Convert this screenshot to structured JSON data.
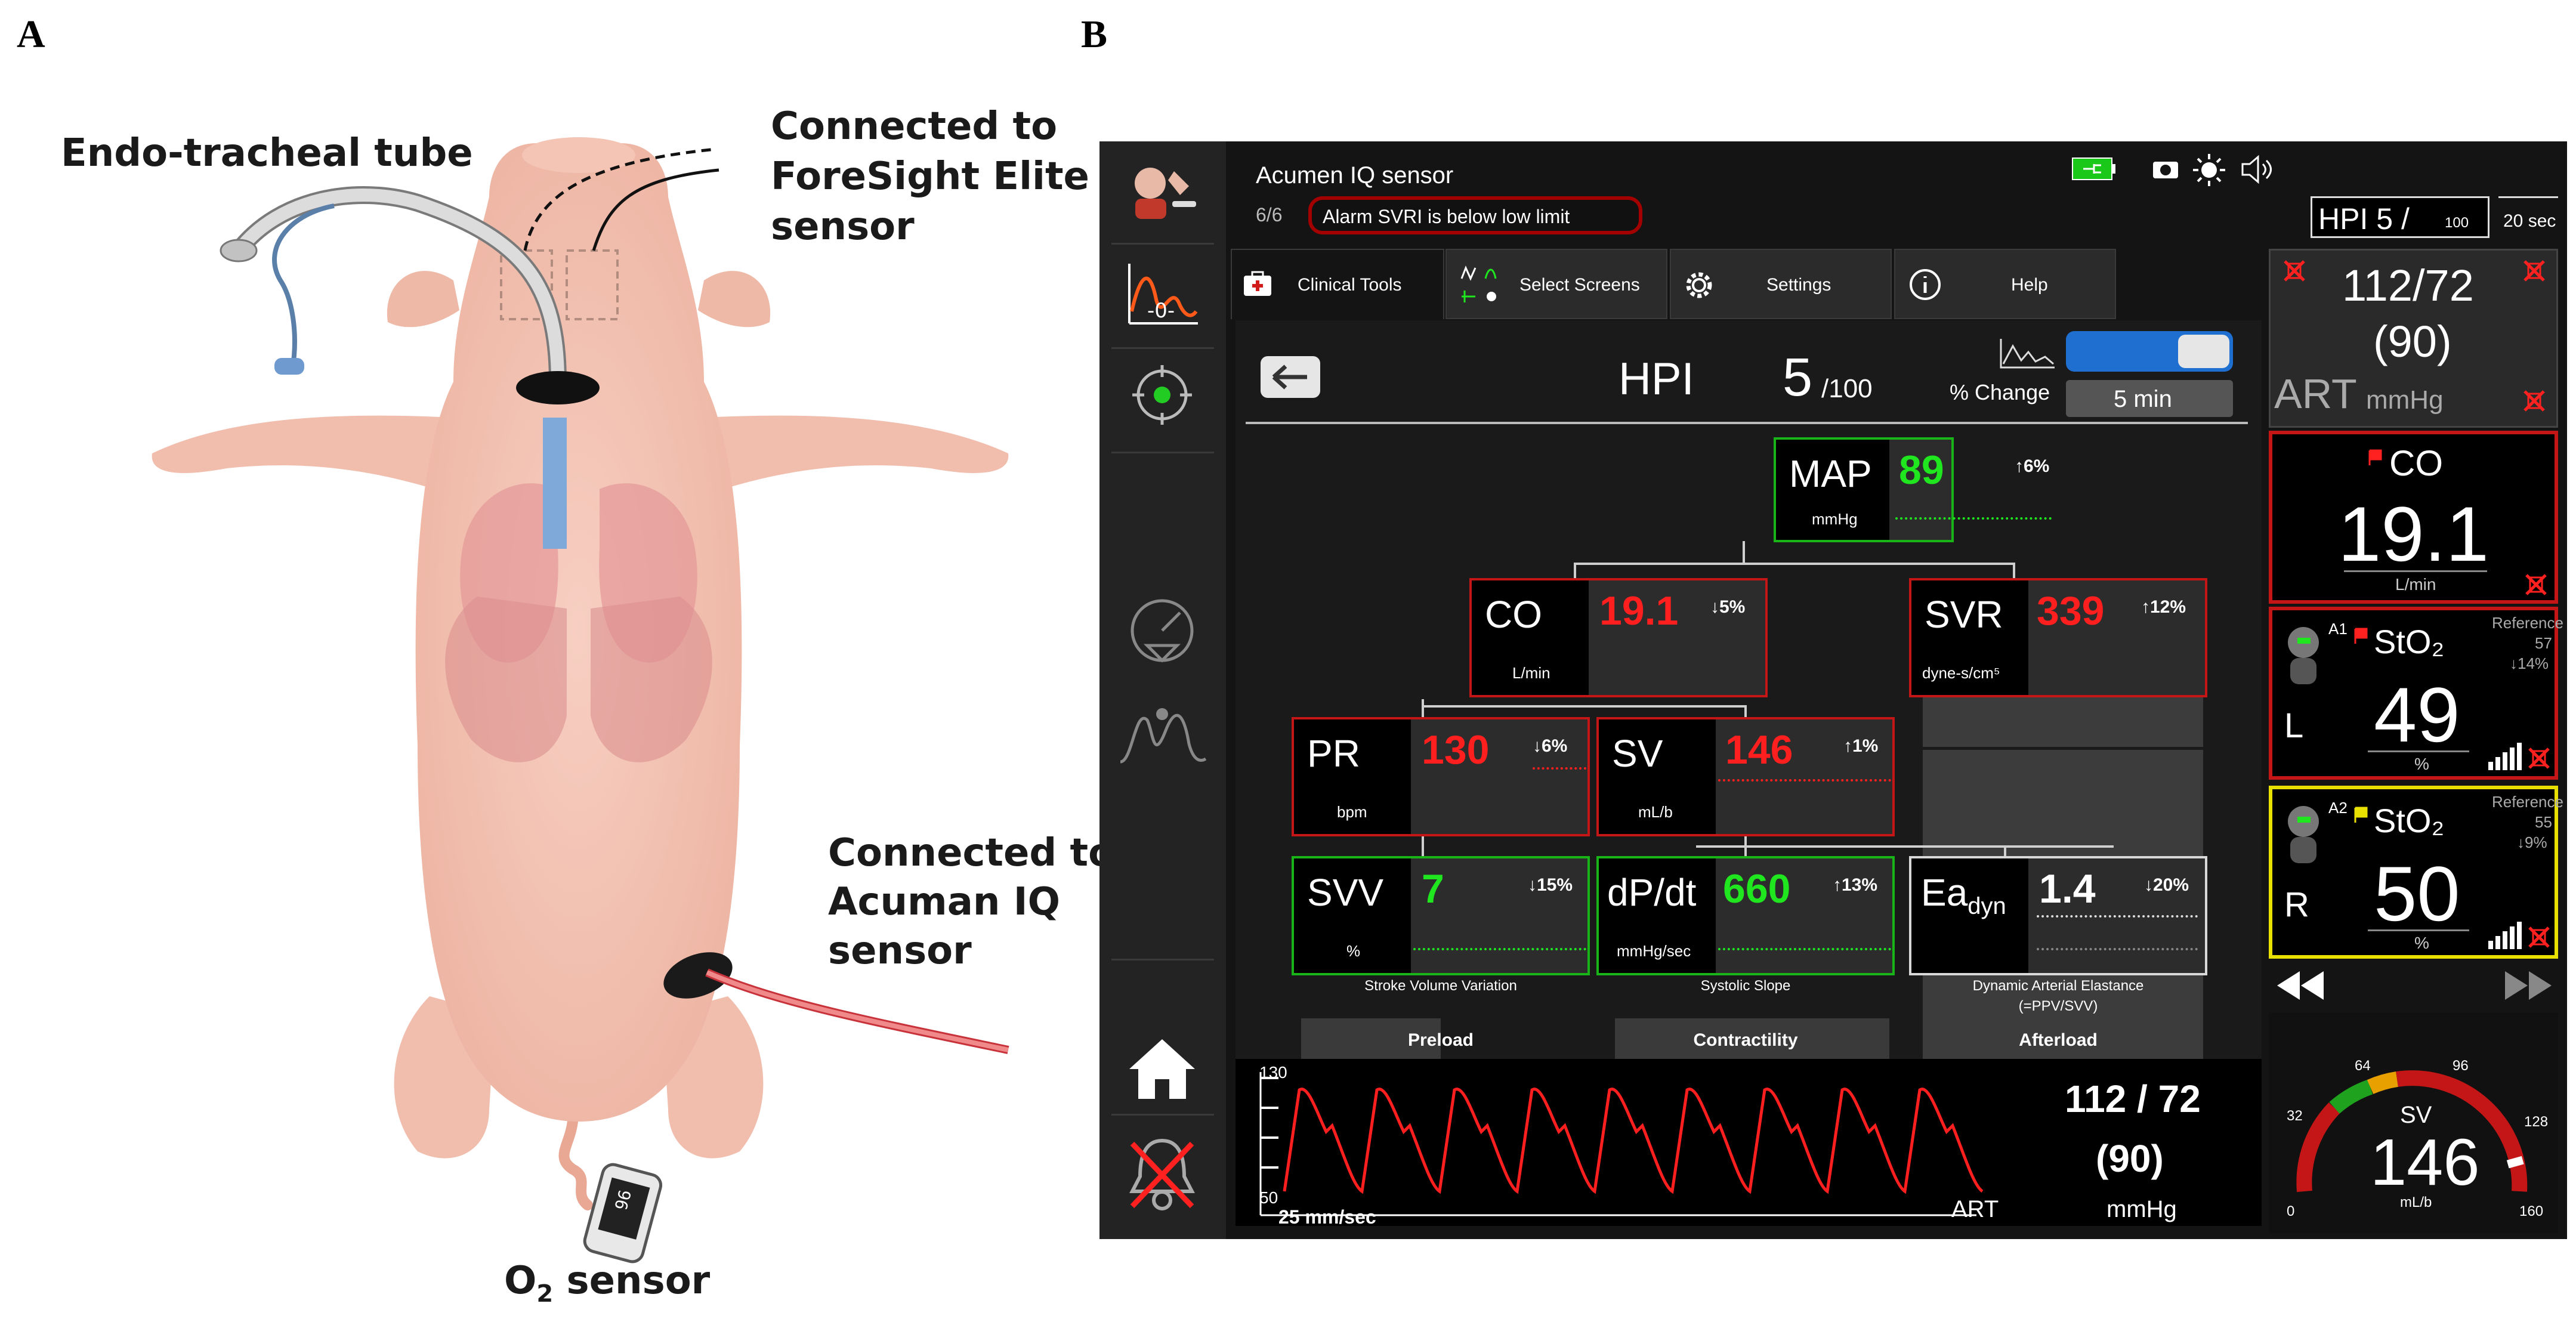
{
  "figure": {
    "panel_a": "A",
    "panel_b": "B",
    "labels": {
      "endotracheal": "Endo-tracheal tube",
      "foresight_1": "Connected to",
      "foresight_2": "ForeSight Elite",
      "foresight_3": "sensor",
      "acumen_1": "Connected to",
      "acumen_2": "Acuman IQ",
      "acumen_3": "sensor",
      "o2_main": "O",
      "o2_sub": "2",
      "o2_tail": " sensor"
    },
    "oximeter_reading": "96"
  },
  "monitor": {
    "header": {
      "sensor_name": "Acumen IQ sensor",
      "count": "6/6",
      "alarm": "Alarm SVRI is below low limit",
      "hpi_box": "HPI 5 /",
      "hpi_box_sub": "100",
      "interval": "20 sec"
    },
    "tabs": [
      {
        "label": "Clinical Tools",
        "icon": "medical-kit-icon"
      },
      {
        "label": "Select Screens",
        "icon": "screen-layout-icon"
      },
      {
        "label": "Settings",
        "icon": "gear-icon"
      },
      {
        "label": "Help",
        "icon": "info-icon"
      }
    ],
    "hpi_title": "HPI",
    "hpi_value": "5",
    "hpi_max": "/100",
    "percent_change_label": "% Change",
    "time_window": "5 min",
    "toggle_on": true,
    "tiles": {
      "map": {
        "name": "MAP",
        "unit": "mmHg",
        "value": "89",
        "change": "↑6%",
        "status": "green"
      },
      "co": {
        "name": "CO",
        "unit": "L/min",
        "value": "19.1",
        "change": "↓5%",
        "status": "red"
      },
      "svr": {
        "name": "SVR",
        "unit": "dyne-s/cm⁵",
        "value": "339",
        "change": "↑12%",
        "status": "red"
      },
      "pr": {
        "name": "PR",
        "unit": "bpm",
        "value": "130",
        "change": "↓6%",
        "status": "red"
      },
      "sv": {
        "name": "SV",
        "unit": "mL/b",
        "value": "146",
        "change": "↑1%",
        "status": "red"
      },
      "svv": {
        "name": "SVV",
        "unit": "%",
        "value": "7",
        "change": "↓15%",
        "status": "green"
      },
      "dpdt": {
        "name": "dP/dt",
        "unit": "mmHg/sec",
        "value": "660",
        "change": "↑13%",
        "status": "green"
      },
      "eadyn": {
        "name": "Ea",
        "name_sub": "dyn",
        "value": "1.4",
        "change": "↓20%",
        "status": "white"
      }
    },
    "captions": {
      "svv": "Stroke Volume Variation",
      "dpdt": "Systolic Slope",
      "ea_1": "Dynamic Arterial Elastance",
      "ea_2": "(=PPV/SVV)"
    },
    "columns": [
      "Preload",
      "Contractility",
      "Afterload"
    ],
    "waveform": {
      "scale_top": "130",
      "scale_bottom": "50",
      "speed": "25 mm/sec",
      "label": "ART",
      "pressure": "112 / 72",
      "mean": "(90)",
      "unit": "mmHg"
    },
    "right": {
      "art_pressure": "112/72",
      "art_mean": "(90)",
      "art_label": "ART",
      "art_unit": "mmHg",
      "co_label": "CO",
      "co_value": "19.1",
      "co_unit": "L/min",
      "sto2_l": {
        "channel": "A1",
        "label": "StO₂",
        "side": "L",
        "value": "49",
        "unit": "%",
        "ref_label": "Reference",
        "ref_value": "57",
        "ref_change": "↓14%"
      },
      "sto2_r": {
        "channel": "A2",
        "label": "StO₂",
        "side": "R",
        "value": "50",
        "unit": "%",
        "ref_label": "Reference",
        "ref_value": "55",
        "ref_change": "↓9%"
      },
      "gauge": {
        "label": "SV",
        "value": "146",
        "unit": "mL/b",
        "ticks": [
          "0",
          "32",
          "64",
          "96",
          "128",
          "160"
        ],
        "value_num": 146,
        "max": 160
      }
    },
    "colors": {
      "alarm_red": "#d11a1a",
      "ok_green": "#1fa31f",
      "warn_yellow": "#e8e000",
      "toggle_blue": "#1f6fd1"
    }
  }
}
